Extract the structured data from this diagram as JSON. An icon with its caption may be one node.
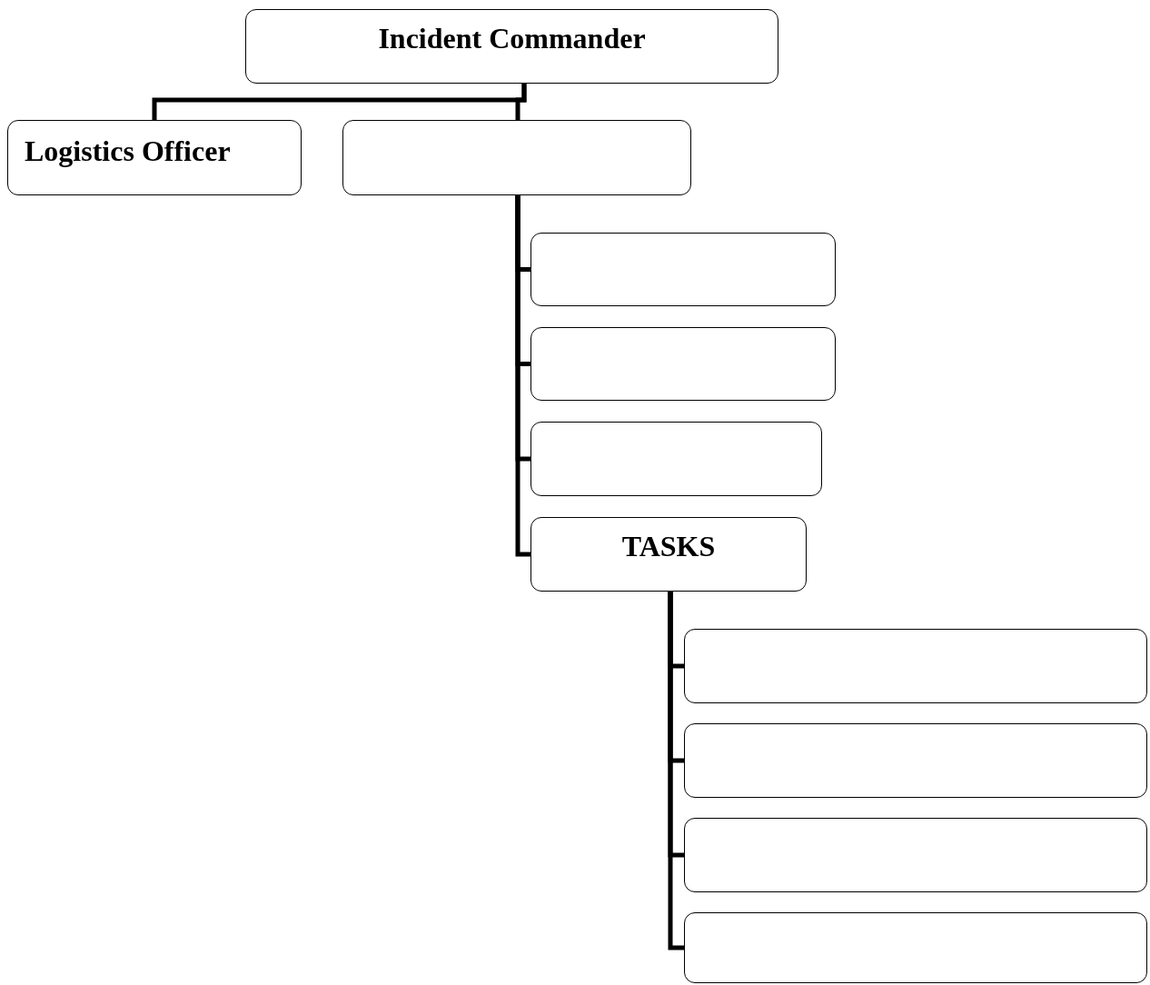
{
  "diagram": {
    "nodes": [
      {
        "text": [
          "Incident Commander"
        ]
      },
      {
        "text": [
          "Logistics Officer"
        ]
      },
      {
        "text": [],
        "shape": "box"
      },
      {
        "text": [],
        "shape": "box"
      },
      {
        "text": [],
        "shape": "box"
      },
      {
        "text": [],
        "shape": "box"
      },
      {
        "text": [
          "TASKS"
        ]
      },
      {
        "text": [],
        "shape": "box"
      },
      {
        "text": [],
        "shape": "box"
      },
      {
        "text": [],
        "shape": "box"
      },
      {
        "text": [],
        "shape": "box"
      }
    ],
    "edges": [
      {
        "from": 0,
        "to": 1,
        "arrow": "none"
      },
      {
        "from": 0,
        "to": 2,
        "arrow": "none"
      },
      {
        "from": 2,
        "to": 3,
        "arrow": "none"
      },
      {
        "from": 2,
        "to": 4,
        "arrow": "none"
      },
      {
        "from": 2,
        "to": 5,
        "arrow": "none"
      },
      {
        "from": 2,
        "to": 6,
        "arrow": "none"
      },
      {
        "from": 6,
        "to": 7,
        "arrow": "none"
      },
      {
        "from": 6,
        "to": 8,
        "arrow": "none"
      },
      {
        "from": 6,
        "to": 9,
        "arrow": "none"
      },
      {
        "from": 6,
        "to": 10,
        "arrow": "none"
      }
    ]
  }
}
